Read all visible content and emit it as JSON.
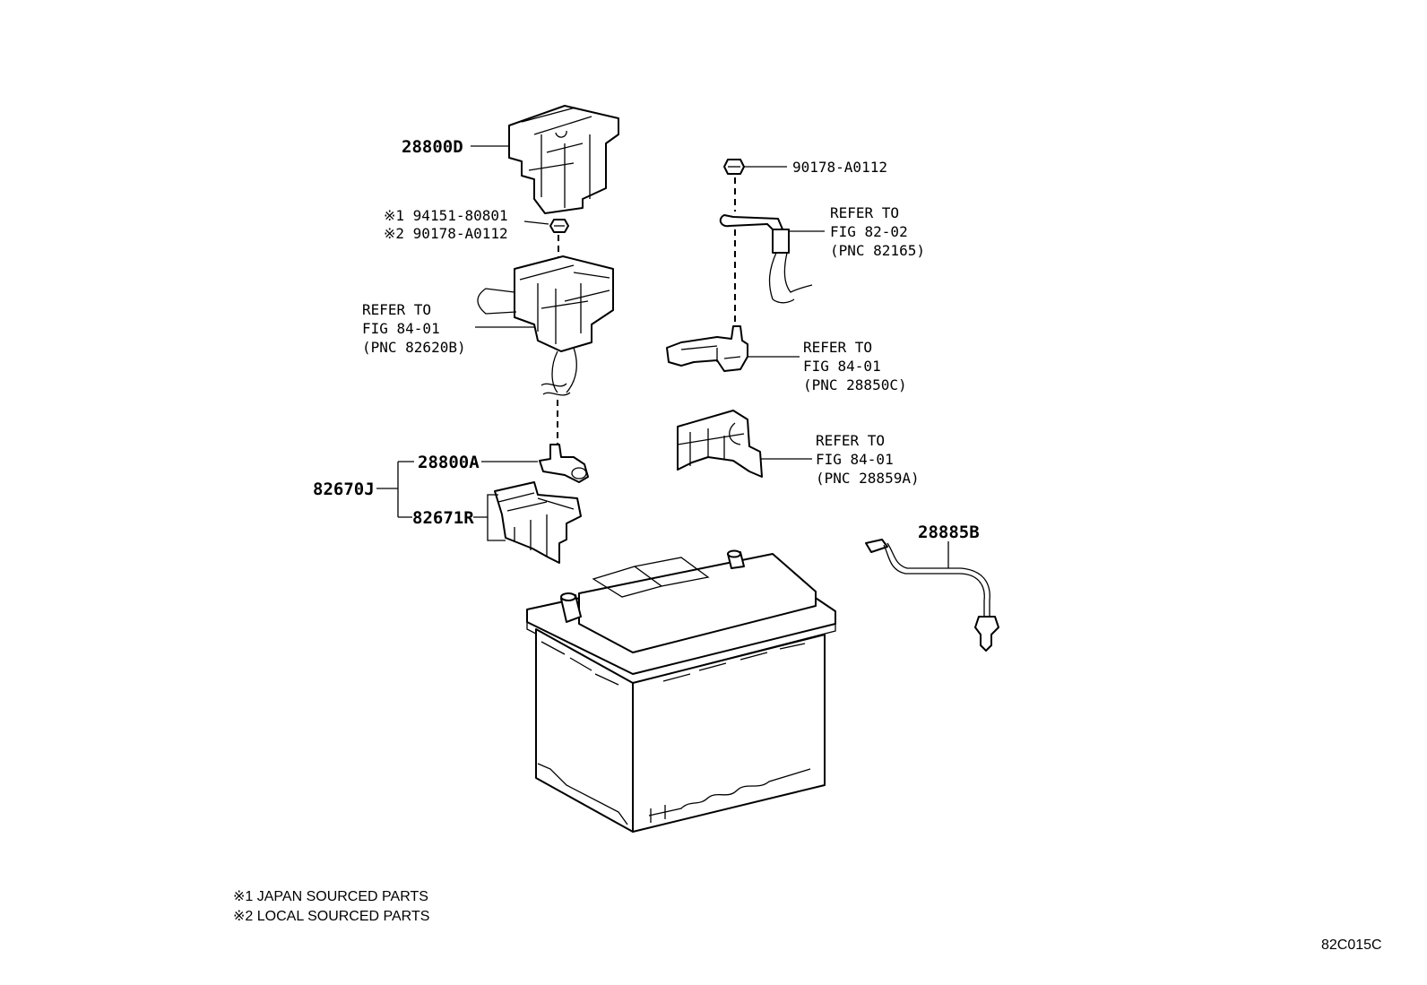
{
  "labels": {
    "p28800D": "28800D",
    "p94151": "※1 94151-80801",
    "p90178b": "※2 90178-A0112",
    "p90178a": "90178-A0112",
    "p28800A": "28800A",
    "p82670J": "82670J",
    "p82671R": "82671R",
    "p28885B": "28885B"
  },
  "refs": {
    "r82620B": [
      "REFER TO",
      "FIG 84-01",
      "(PNC 82620B)"
    ],
    "r82165": [
      "REFER TO",
      "FIG 82-02",
      "(PNC 82165)"
    ],
    "r28850C": [
      "REFER TO",
      "FIG 84-01",
      "(PNC 28850C)"
    ],
    "r28859A": [
      "REFER TO",
      "FIG 84-01",
      "(PNC 28859A)"
    ]
  },
  "notes": {
    "n1": "※1 JAPAN SOURCED PARTS",
    "n2": "※2 LOCAL SOURCED PARTS"
  },
  "figure_code": "82C015C"
}
